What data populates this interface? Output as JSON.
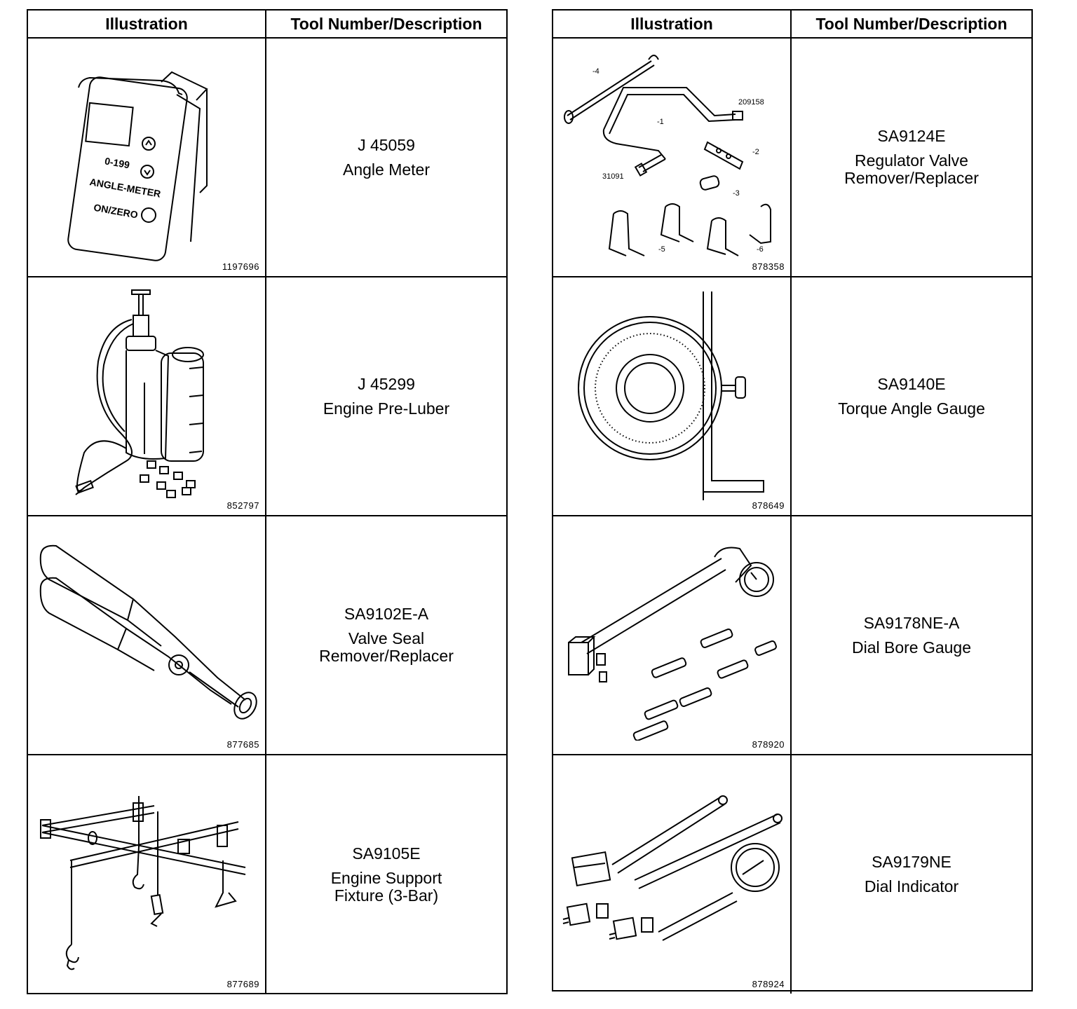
{
  "headers": {
    "illustration": "Illustration",
    "tool": "Tool Number/Description"
  },
  "left": [
    {
      "number": "J 45059",
      "description": "Angle Meter",
      "figure": "1197696",
      "art": {
        "display": "0-199",
        "label1": "ANGLE-METER",
        "label2": "ON/ZERO"
      }
    },
    {
      "number": "J 45299",
      "description": "Engine Pre-Luber",
      "figure": "852797"
    },
    {
      "number": "SA9102E-A",
      "description": "Valve Seal\nRemover/Replacer",
      "figure": "877685"
    },
    {
      "number": "SA9105E",
      "description": "Engine Support\nFixture (3-Bar)",
      "figure": "877689"
    }
  ],
  "right": [
    {
      "number": "SA9124E",
      "description": "Regulator Valve\nRemover/Replacer",
      "figure": "878358",
      "callouts": {
        "c4": "-4",
        "c1": "-1",
        "c209158": "209158",
        "c2": "-2",
        "c31091": "31091",
        "c3": "-3",
        "c5": "-5",
        "c6": "-6"
      }
    },
    {
      "number": "SA9140E",
      "description": "Torque Angle Gauge",
      "figure": "878649"
    },
    {
      "number": "SA9178NE-A",
      "description": "Dial Bore Gauge",
      "figure": "878920"
    },
    {
      "number": "SA9179NE",
      "description": "Dial Indicator",
      "figure": "878924"
    }
  ]
}
